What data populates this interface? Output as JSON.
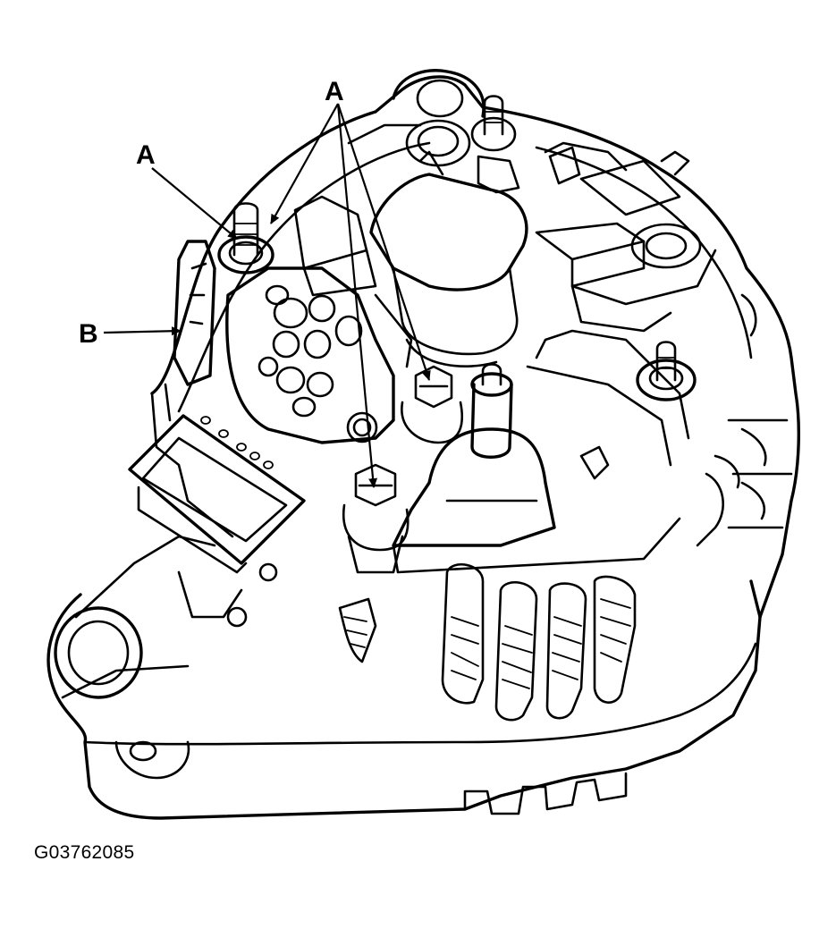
{
  "callouts": {
    "a_left": "A",
    "a_top": "A",
    "b_left": "B"
  },
  "figure_id": "G03762085",
  "colors": {
    "ink": "#000000",
    "background": "#ffffff"
  }
}
